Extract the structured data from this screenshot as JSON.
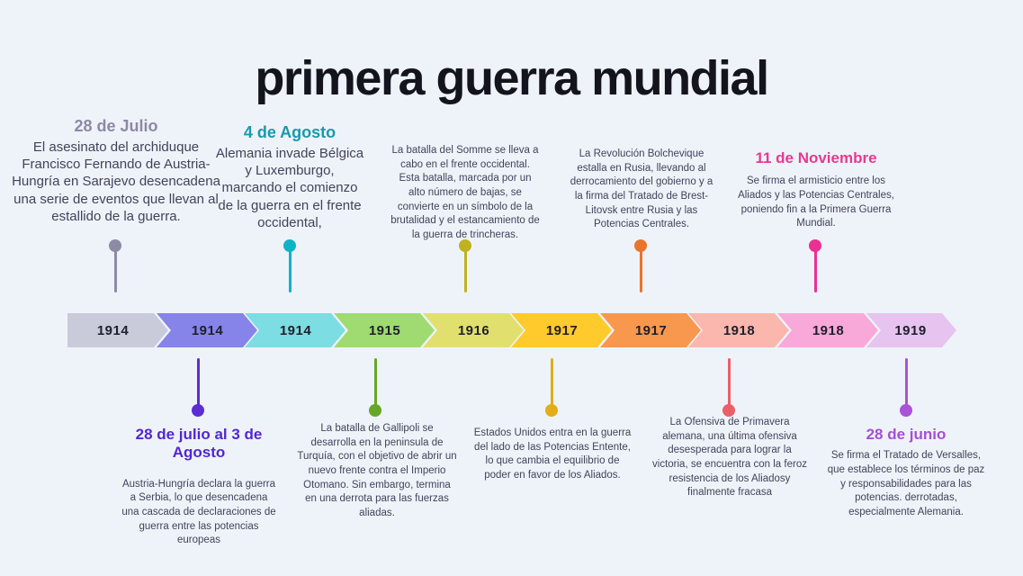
{
  "page": {
    "title": "primera guerra mundial",
    "background_color": "#eef3f9",
    "title_color": "#14141e",
    "body_text_color": "#41435a"
  },
  "timeline": {
    "segments": [
      {
        "year": "1914",
        "color": "#c9cbda"
      },
      {
        "year": "1914",
        "color": "#8683e9"
      },
      {
        "year": "1914",
        "color": "#7cdde2"
      },
      {
        "year": "1915",
        "color": "#9fdb70"
      },
      {
        "year": "1916",
        "color": "#e1e06e"
      },
      {
        "year": "1917",
        "color": "#ffca2b"
      },
      {
        "year": "1917",
        "color": "#f8984f"
      },
      {
        "year": "1918",
        "color": "#fbb7ad"
      },
      {
        "year": "1918",
        "color": "#f9a8da"
      },
      {
        "year": "1919",
        "color": "#e7c3ef"
      }
    ]
  },
  "events_top": [
    {
      "date": "28 de Julio",
      "date_color": "#8a8aa4",
      "marker_color": "#8c8ba4",
      "text": "El asesinato del archiduque Francisco Fernando de Austria-Hungría en Sarajevo desencadena una serie de eventos que llevan al estallido de la guerra."
    },
    {
      "date": "4 de Agosto",
      "date_color": "#189aab",
      "marker_color": "#0fb4c4",
      "text": "Alemania invade Bélgica y Luxemburgo, marcando el comienzo de la guerra en el frente occidental,"
    },
    {
      "marker_color": "#bfb221",
      "text": "La batalla del Somme se lleva a cabo en el frente occidental. Esta batalla, marcada por un alto número de bajas, se convierte en un símbolo de la brutalidad y el estancamiento de la guerra de trincheras."
    },
    {
      "marker_color": "#e9742c",
      "text": "La Revolución Bolchevique estalla en Rusia, llevando al derrocamiento del gobierno y a la firma del Tratado de Brest-Litovsk entre Rusia y las Potencias Centrales."
    },
    {
      "date": "11 de Noviembre",
      "date_color": "#e73a90",
      "marker_color": "#ea3093",
      "text": "Se firma el armisticio entre los Aliados y las Potencias Centrales, poniendo fin a la Primera Guerra Mundial."
    }
  ],
  "events_bottom": [
    {
      "date": "28 de julio al 3 de Agosto",
      "date_color": "#5226cf",
      "marker_color": "#5c2dd5",
      "text": "Austria-Hungría declara la guerra a Serbia, lo que desencadena una cascada de declaraciones de guerra entre las potencias europeas"
    },
    {
      "marker_color": "#66a727",
      "text": "La batalla de Gallipoli se desarrolla en la peninsula de Turquía, con el objetivo de abrir un nuevo frente contra el Imperio Otomano. Sin embargo, termina en una derrota para las fuerzas aliadas."
    },
    {
      "marker_color": "#e2ad18",
      "text": "Estados Unidos entra en la guerra del lado de las Potencias Entente, lo que cambia el equilibrio de poder en favor de los Aliados."
    },
    {
      "marker_color": "#ea5f68",
      "text": "La Ofensiva de Primavera alemana, una última ofensiva desesperada para lograr la victoria, se encuentra con la feroz resistencia de los Aliadosy finalmente fracasa"
    },
    {
      "date": "28 de junio",
      "date_color": "#a44fd6",
      "marker_color": "#aa52d8",
      "text": "Se firma el Tratado de Versalles, que establece los términos de paz y responsabilidades para las potencias. derrotadas, especialmente Alemania."
    }
  ]
}
